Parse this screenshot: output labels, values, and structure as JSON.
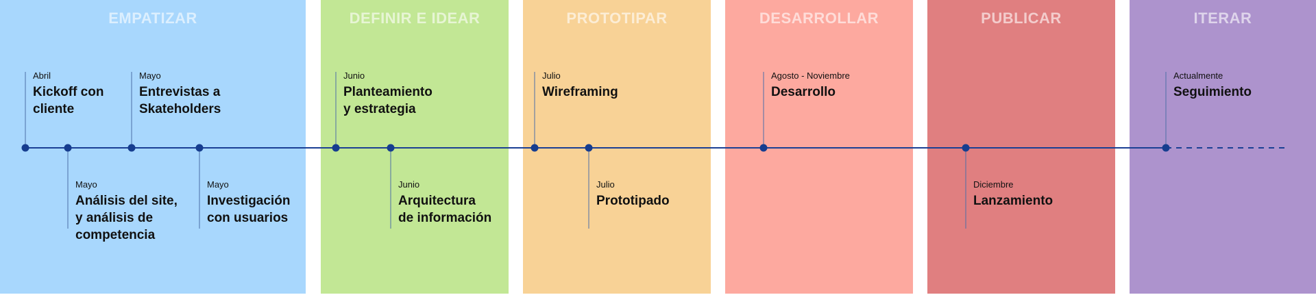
{
  "colors": {
    "line": "#1a3f94",
    "dots": "#163d8f"
  },
  "phases": [
    {
      "title": "EMPATIZAR",
      "color": "#a8d7fd"
    },
    {
      "title": "DEFINIR E IDEAR",
      "color": "#c2e795"
    },
    {
      "title": "PROTOTIPAR",
      "color": "#f8d296"
    },
    {
      "title": "DESARROLLAR",
      "color": "#fda99f"
    },
    {
      "title": "PUBLICAR",
      "color": "#e07f80"
    },
    {
      "title": "ITERAR",
      "color": "#ad93cd"
    }
  ],
  "events": [
    {
      "month": "Abril",
      "title": "Kickoff con\ncliente",
      "position": "above"
    },
    {
      "month": "Mayo",
      "title": "Análisis del site,\ny análisis de\ncompetencia",
      "position": "below"
    },
    {
      "month": "Mayo",
      "title": "Entrevistas a\nSkateholders",
      "position": "above"
    },
    {
      "month": "Mayo",
      "title": "Investigación\ncon usuarios",
      "position": "below"
    },
    {
      "month": "Junio",
      "title": "Planteamiento\ny estrategia",
      "position": "above"
    },
    {
      "month": "Junio",
      "title": "Arquitectura\nde información",
      "position": "below"
    },
    {
      "month": "Julio",
      "title": "Wireframing",
      "position": "above"
    },
    {
      "month": "Julio",
      "title": "Prototipado",
      "position": "below"
    },
    {
      "month": "Agosto - Noviembre",
      "title": "Desarrollo",
      "position": "above"
    },
    {
      "month": "Diciembre",
      "title": "Lanzamiento",
      "position": "below"
    },
    {
      "month": "Actualmente",
      "title": "Seguimiento",
      "position": "above"
    }
  ]
}
